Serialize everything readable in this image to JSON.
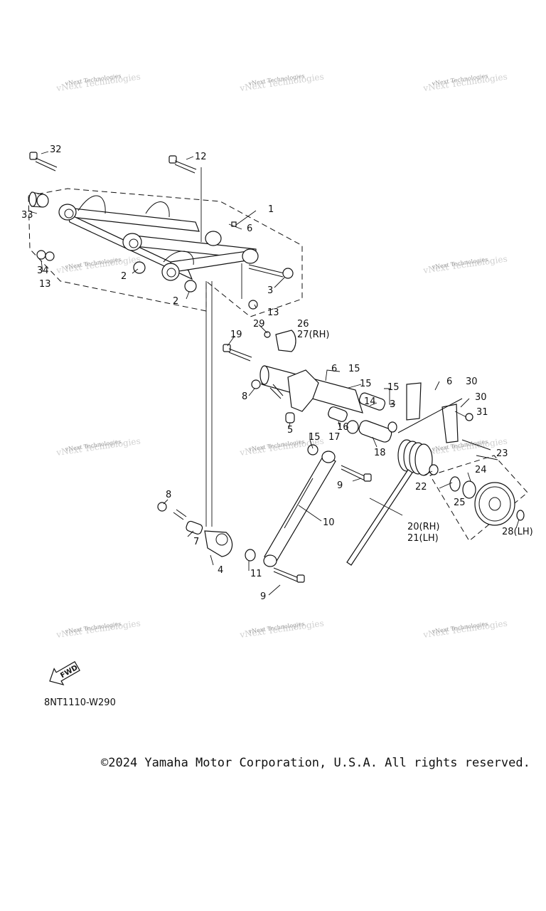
{
  "diagram": {
    "code": "8NT1110-W290",
    "fwd_label": "FWD",
    "copyright": "©2024 Yamaha Motor Corporation, U.S.A. All rights reserved.",
    "watermark_line1": "vNext Technologies",
    "watermark_line2": "vNext Technologies",
    "callouts": [
      "1",
      "2",
      "2",
      "3",
      "3",
      "4",
      "5",
      "6",
      "6",
      "6",
      "7",
      "8",
      "8",
      "9",
      "9",
      "10",
      "11",
      "12",
      "13",
      "13",
      "14",
      "15",
      "15",
      "15",
      "15",
      "16",
      "17",
      "18",
      "19",
      "20(RH)",
      "21(LH)",
      "22",
      "23",
      "24",
      "25",
      "26",
      "27(RH)",
      "28(LH)",
      "29",
      "30",
      "30",
      "31",
      "32",
      "33",
      "34"
    ]
  }
}
